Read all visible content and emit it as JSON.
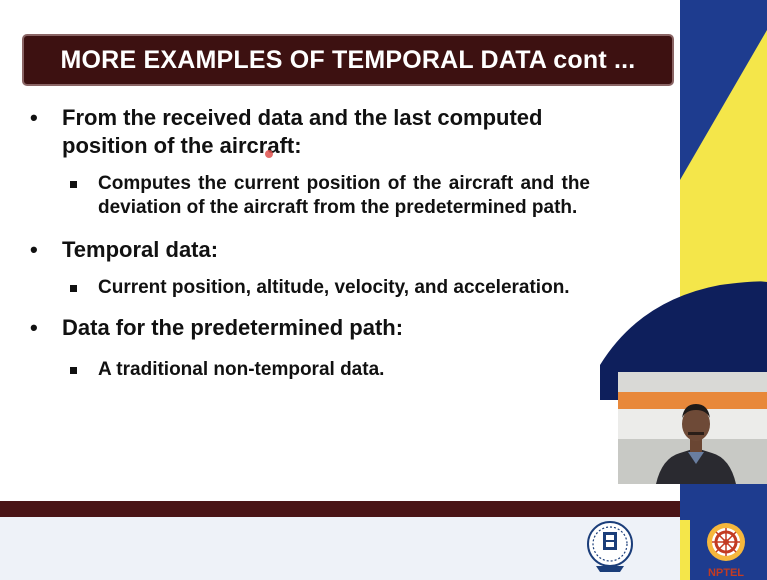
{
  "slide": {
    "title": "MORE EXAMPLES OF TEMPORAL DATA  cont ...",
    "bullets": [
      {
        "text": "From the received data and the last computed position of the aircraft:",
        "sub": [
          "Computes the current position of the aircraft and the deviation of the aircraft from the predetermined path."
        ]
      },
      {
        "text": "Temporal data:",
        "sub": [
          "Current position, altitude, velocity, and acceleration."
        ]
      },
      {
        "text": "Data for the predetermined path:",
        "sub": [
          "A traditional non-temporal data."
        ]
      }
    ]
  },
  "colors": {
    "title_bar": "#3d1111",
    "accent_blue": "#1e3c8f",
    "accent_yellow": "#f4e64a",
    "bottom_bar": "#4a1517"
  },
  "icons": [
    "iit-kharagpur-logo",
    "nptel-logo"
  ],
  "labels": {
    "nptel_logo_text": "NPTEL"
  }
}
